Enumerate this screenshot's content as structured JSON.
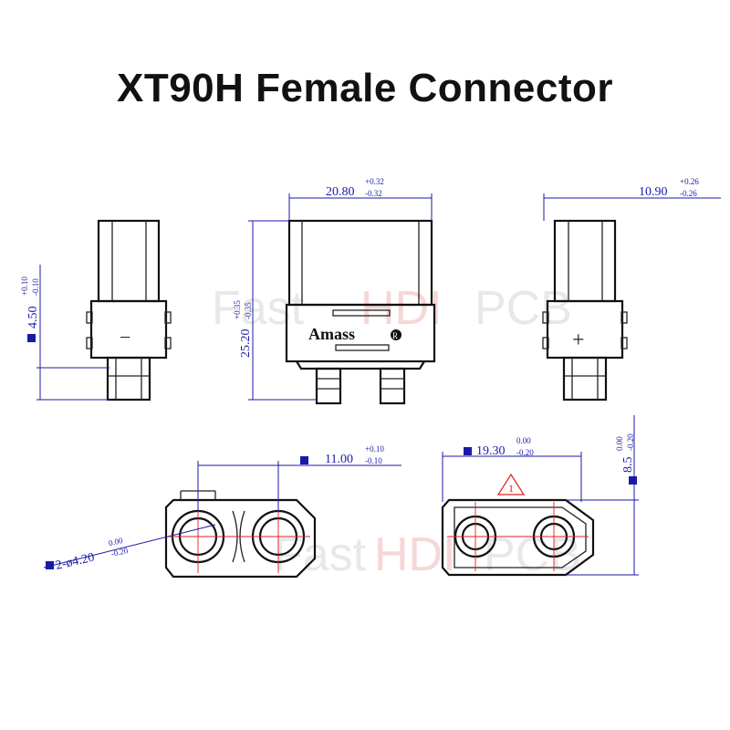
{
  "title": "XT90H  Female Connector",
  "brand": "Amass",
  "brand_mark": "R",
  "watermark": {
    "a": "Fast",
    "b": "HDI",
    "c": "PCB"
  },
  "warning_symbol": "1",
  "dims": {
    "top_width": {
      "value": "20.80",
      "plus": "+0.32",
      "minus": "-0.32"
    },
    "side_width": {
      "value": "10.90",
      "plus": "+0.26",
      "minus": "-0.26"
    },
    "height": {
      "value": "25.20",
      "plus": "+0.35",
      "minus": "-0.35"
    },
    "pin_len": {
      "value": "4.50",
      "plus": "+0.10",
      "minus": "-0.10"
    },
    "pitch": {
      "value": "11.00",
      "plus": "+0.10",
      "minus": "-0.10"
    },
    "hole_dia": {
      "value": "2-ø4.20",
      "plus": "0.00",
      "minus": "-0.20"
    },
    "bottom_width": {
      "value": "19.30",
      "plus": "0.00",
      "minus": "-0.20"
    },
    "bottom_height": {
      "value": "8.5",
      "plus": "0.00",
      "minus": "-0.20"
    }
  },
  "labels": {
    "minus_sign": "−",
    "plus_sign": "+"
  },
  "colors": {
    "dimension": "#1a1aa8",
    "centerline": "#e02020",
    "outline": "#111111"
  }
}
